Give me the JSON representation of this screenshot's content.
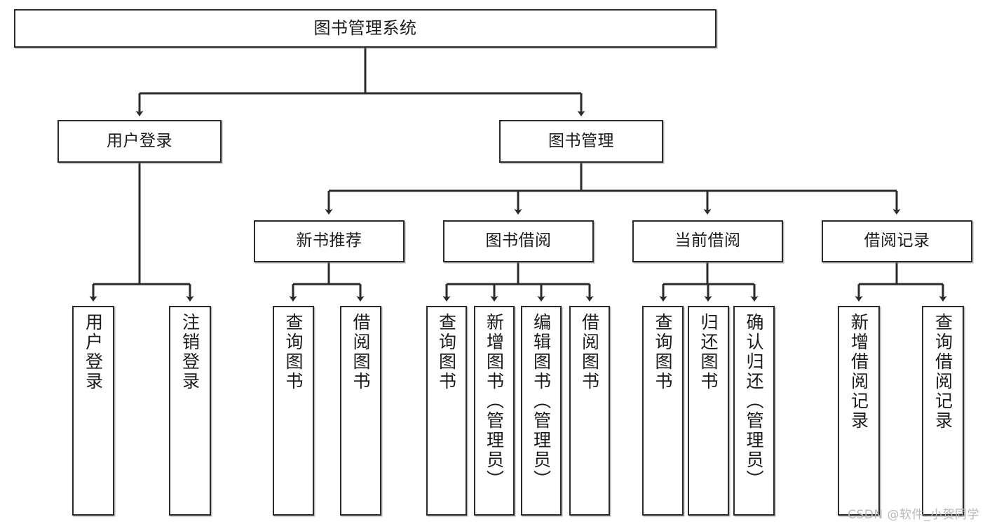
{
  "diagram": {
    "title_node": {
      "label": "图书管理系统"
    },
    "level1": [
      {
        "id": "user-login",
        "label": "用户登录"
      },
      {
        "id": "book-management",
        "label": "图书管理"
      }
    ],
    "level2": [
      {
        "id": "new-book-recommend",
        "label": "新书推荐"
      },
      {
        "id": "book-borrow",
        "label": "图书借阅"
      },
      {
        "id": "current-borrow",
        "label": "当前借阅"
      },
      {
        "id": "borrow-record",
        "label": "借阅记录"
      }
    ],
    "leaves": {
      "user_login": [
        {
          "id": "leaf-user-login",
          "label": "用户登录"
        },
        {
          "id": "leaf-logout-login",
          "label": "注销登录"
        }
      ],
      "new_book_recommend": [
        {
          "id": "leaf-query-book-1",
          "label": "查询图书"
        },
        {
          "id": "leaf-borrow-book-1",
          "label": "借阅图书"
        }
      ],
      "book_borrow": [
        {
          "id": "leaf-query-book-2",
          "label": "查询图书"
        },
        {
          "id": "leaf-add-book",
          "label": "新增图书（管理员）"
        },
        {
          "id": "leaf-edit-book",
          "label": "编辑图书（管理员）"
        },
        {
          "id": "leaf-borrow-book-2",
          "label": "借阅图书"
        }
      ],
      "current_borrow": [
        {
          "id": "leaf-query-book-3",
          "label": "查询图书"
        },
        {
          "id": "leaf-return-book",
          "label": "归还图书"
        },
        {
          "id": "leaf-confirm-return",
          "label": "确认归还（管理员）"
        }
      ],
      "borrow_record": [
        {
          "id": "leaf-add-borrow-record",
          "label": "新增借阅记录"
        },
        {
          "id": "leaf-query-borrow-record",
          "label": "查询借阅记录"
        }
      ]
    }
  },
  "watermark": {
    "text": "CSDN @软件_小贺同学"
  },
  "colors": {
    "stroke": "#2b2b2b",
    "fill": "#ffffff",
    "text": "#1b1b1b",
    "watermark": "#b9b9b9"
  }
}
